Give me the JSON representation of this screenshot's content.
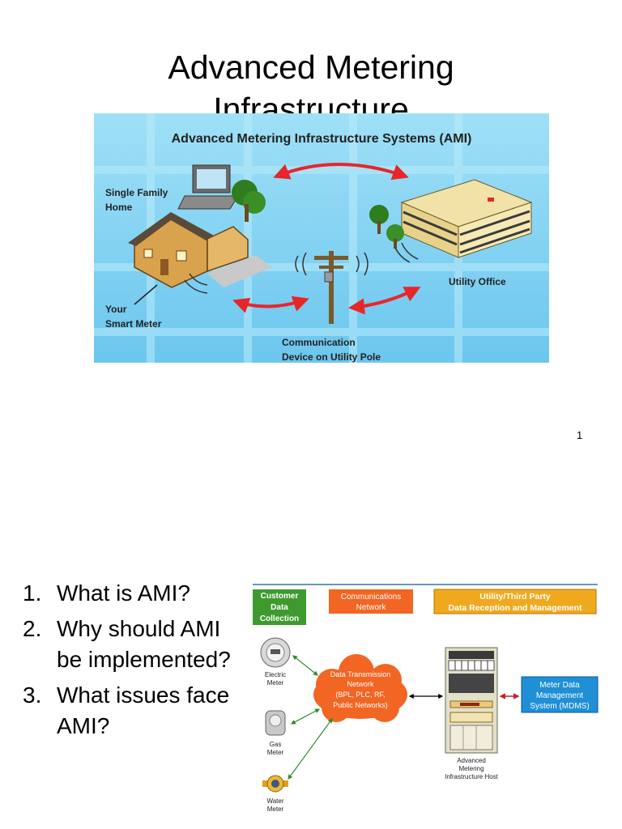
{
  "slide1": {
    "title_line1": "Advanced Metering",
    "title_line2": "Infrastructure",
    "figure": {
      "heading": "Advanced Metering Infrastructure Systems (AMI)",
      "home_label_1": "Single Family",
      "home_label_2": "Home",
      "meter_label_1": "Your",
      "meter_label_2": "Smart Meter",
      "office_label": "Utility Office",
      "pole_label_1": "Communication",
      "pole_label_2": "Device on Utility Pole"
    },
    "page_number": "1"
  },
  "slide2": {
    "questions": [
      {
        "num": "1.",
        "text": "What is AMI?"
      },
      {
        "num": "2.",
        "text": "Why should AMI be implemented?"
      },
      {
        "num": "3.",
        "text": "What issues face AMI?"
      }
    ],
    "diagram": {
      "box_customer_1": "Customer",
      "box_customer_2": "Data",
      "box_customer_3": "Collection",
      "box_network_1": "Communications",
      "box_network_2": "Network",
      "box_utility_1": "Utility/Third Party",
      "box_utility_2": "Data Reception and Management",
      "cloud_1": "Data Transmission",
      "cloud_2": "Network",
      "cloud_3": "(BPL, PLC, RF,",
      "cloud_4": "Public Networks)",
      "electric_1": "Electric",
      "electric_2": "Meter",
      "gas_1": "Gas",
      "gas_2": "Meter",
      "water_1": "Water",
      "water_2": "Meter",
      "host_1": "Advanced",
      "host_2": "Metering",
      "host_3": "Infrastructure Host",
      "mdms_1": "Meter Data",
      "mdms_2": "Management",
      "mdms_3": "System (MDMS)"
    },
    "colors": {
      "green": "#3f9a2e",
      "orange": "#f26522",
      "gold": "#f0a91f",
      "blue": "#1f8fd6",
      "sky": "#7fd0f2"
    }
  }
}
